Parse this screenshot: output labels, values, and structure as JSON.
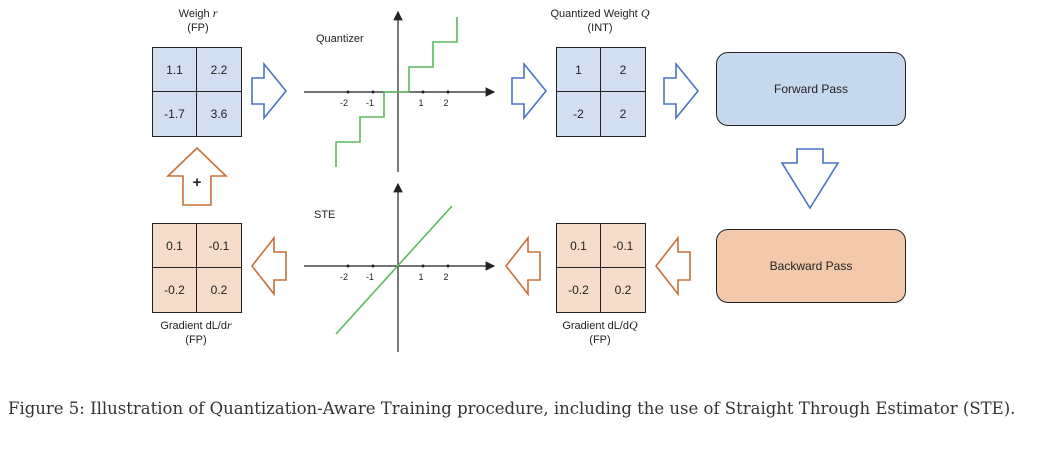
{
  "weight": {
    "title": "Weigh",
    "symbol": "r",
    "subtitle": "(FP)",
    "cells": [
      "1.1",
      "2.2",
      "-1.7",
      "3.6"
    ],
    "fill": "#d3def0"
  },
  "quantized": {
    "title": "Quantized Weight",
    "symbol": "Q",
    "subtitle": "(INT)",
    "cells": [
      "1",
      "2",
      "-2",
      "2"
    ],
    "fill": "#d3def0"
  },
  "gradient_q": {
    "title": "Gradient dL/d",
    "symbol": "Q",
    "subtitle": "(FP)",
    "cells": [
      "0.1",
      "-0.1",
      "-0.2",
      "0.2"
    ],
    "fill": "#f6ddcb"
  },
  "gradient_r": {
    "title": "Gradient dL/d",
    "symbol": "r",
    "subtitle": "(FP)",
    "cells": [
      "0.1",
      "-0.1",
      "-0.2",
      "0.2"
    ],
    "fill": "#f6ddcb"
  },
  "quantizer_plot": {
    "title": "Quantizer",
    "ticks": [
      "-2",
      "-1",
      "1",
      "2"
    ]
  },
  "ste_plot": {
    "title": "STE",
    "ticks": [
      "-2",
      "-1",
      "1",
      "2"
    ]
  },
  "forward_pass": {
    "label": "Forward Pass",
    "fill": "#c6d8ee"
  },
  "backward_pass": {
    "label": "Backward Pass",
    "fill": "#f2c9ab"
  },
  "update_sign": "+",
  "caption": "Figure 5: Illustration of Quantization-Aware Training procedure, including the use of Straight Through Estimator (STE).",
  "colors": {
    "forward_arrow": "#4a72c4",
    "backward_arrow": "#c8703a",
    "curve": "#5cb85c",
    "axis": "#222222"
  }
}
